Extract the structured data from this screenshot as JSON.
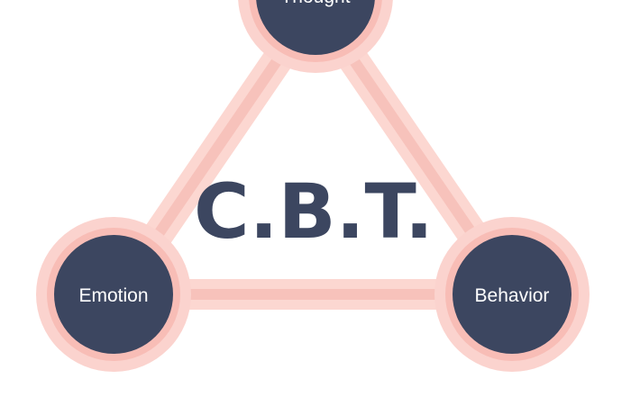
{
  "diagram": {
    "center_title": "C.B.T.",
    "nodes": {
      "top": {
        "label": "Thought"
      },
      "left": {
        "label": "Emotion"
      },
      "right": {
        "label": "Behavior"
      }
    },
    "colors": {
      "node_fill": "#3c4660",
      "ring_outer": "#fbd3ce",
      "ring_inner": "#f8bdb6",
      "edge_outer": "#fcd7d1",
      "edge_inner": "#f7c2bb",
      "text_on_node": "#ffffff",
      "title": "#3c4660"
    }
  }
}
